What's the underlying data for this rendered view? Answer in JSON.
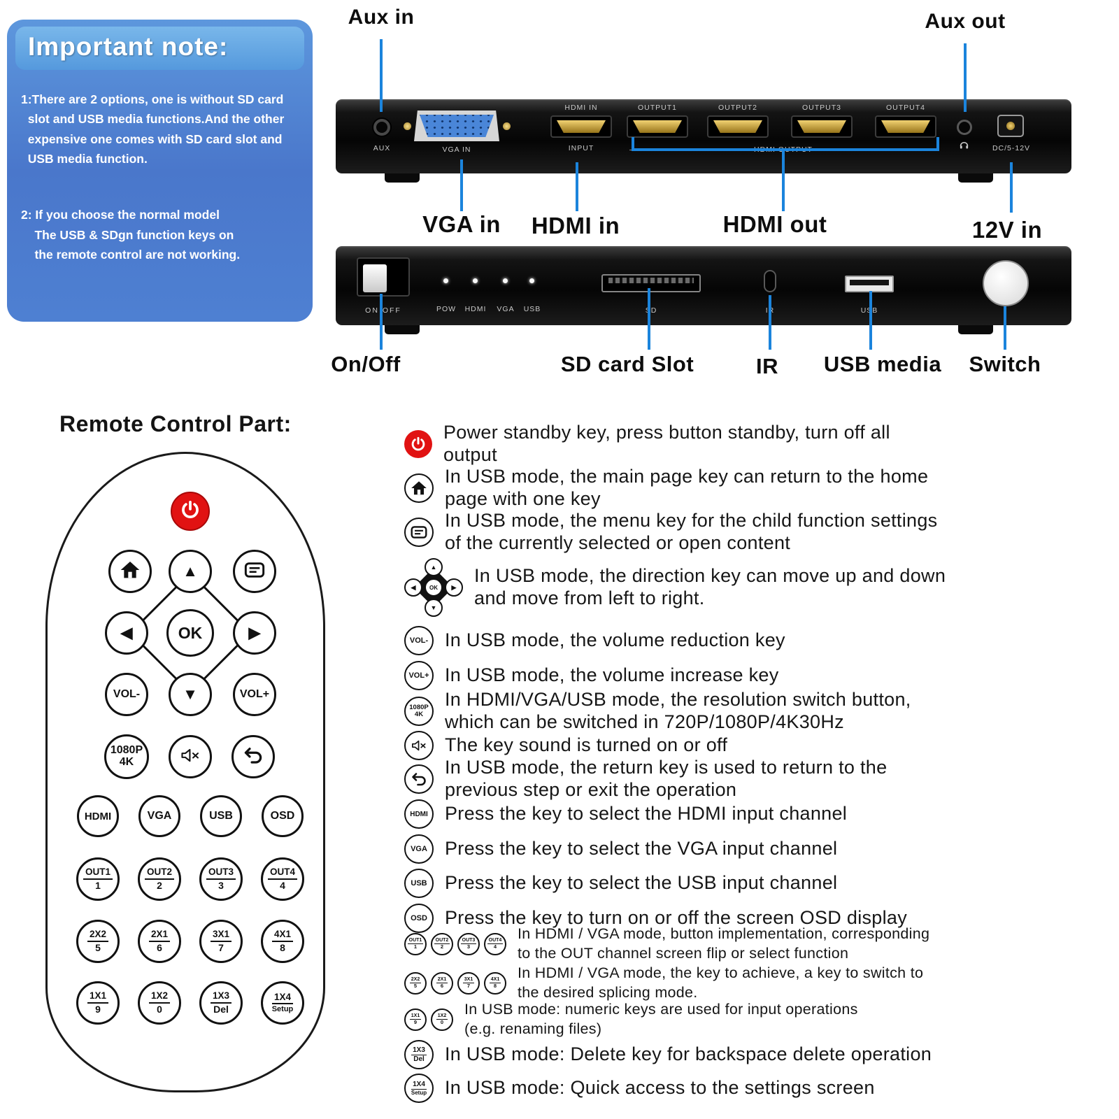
{
  "note": {
    "title": "Important note:",
    "item1": "1:There are 2 options, one is without SD card\n  slot and USB media functions.And the other\n  expensive one comes with SD card slot and\n  USB media function.",
    "item2": "2: If you choose the normal model\n    The USB & SDgn function keys on\n    the remote control are not working."
  },
  "device": {
    "callouts": {
      "aux_in": "Aux in",
      "aux_out": "Aux out",
      "vga_in": "VGA in",
      "hdmi_in": "HDMI in",
      "hdmi_out": "HDMI out",
      "dc_in": "12V in",
      "on_off": "On/Off",
      "sd_card": "SD card Slot",
      "ir": "IR",
      "usb_media": "USB media",
      "switch": "Switch"
    },
    "front": {
      "aux": "AUX",
      "vga": "VGA IN",
      "hdmi_in": "HDMI IN",
      "input": "INPUT",
      "outputs": [
        "OUTPUT1",
        "OUTPUT2",
        "OUTPUT3",
        "OUTPUT4"
      ],
      "hdmi_output": "HDMI OUTPUT",
      "dc": "DC/5-12V"
    },
    "back": {
      "on_off": "ON OFF",
      "leds": [
        "POW",
        "HDMI",
        "VGA",
        "USB"
      ],
      "sd": "SD",
      "ir": "IR",
      "usb": "USB"
    }
  },
  "remote": {
    "title": "Remote Control Part:",
    "ok": "OK",
    "vol_minus": "VOL-",
    "vol_plus": "VOL+",
    "res_top": "1080P",
    "res_bottom": "4K",
    "inputs": [
      "HDMI",
      "VGA",
      "USB",
      "OSD"
    ],
    "grid": [
      {
        "t": "OUT1",
        "b": "1"
      },
      {
        "t": "OUT2",
        "b": "2"
      },
      {
        "t": "OUT3",
        "b": "3"
      },
      {
        "t": "OUT4",
        "b": "4"
      },
      {
        "t": "2X2",
        "b": "5"
      },
      {
        "t": "2X1",
        "b": "6"
      },
      {
        "t": "3X1",
        "b": "7"
      },
      {
        "t": "4X1",
        "b": "8"
      },
      {
        "t": "1X1",
        "b": "9"
      },
      {
        "t": "1X2",
        "b": "0"
      },
      {
        "t": "1X3",
        "b": "Del"
      },
      {
        "t": "1X4",
        "b": "Setup"
      }
    ]
  },
  "icons": {
    "up_arrow": "▲",
    "down_arrow": "▼",
    "left_arrow": "◀",
    "right_arrow": "▶"
  },
  "descriptions": [
    {
      "text": "Power standby key, press button standby, turn off all\noutput"
    },
    {
      "text": "In USB mode, the main page key can return to the home\npage with one key"
    },
    {
      "text": "In USB mode, the menu key for the child function settings\nof the currently selected or open content"
    },
    {
      "text": "In USB mode, the direction key can move up and down\nand move from left to right."
    },
    {
      "icon": "VOL-",
      "text": "In USB mode, the volume reduction key"
    },
    {
      "icon": "VOL+",
      "text": "In USB mode, the volume increase key"
    },
    {
      "icon_top": "1080P",
      "icon_bottom": "4K",
      "text": "In HDMI/VGA/USB mode, the resolution switch button,\nwhich can be switched in 720P/1080P/4K30Hz"
    },
    {
      "text": "The key sound is turned on or off"
    },
    {
      "text": "In USB mode, the return key is used to return to the\nprevious step or exit the operation"
    },
    {
      "icon": "HDMI",
      "text": "Press the key to select the HDMI input channel"
    },
    {
      "icon": "VGA",
      "text": "Press the key to select the VGA input channel"
    },
    {
      "icon": "USB",
      "text": "Press the key to select the USB input channel"
    },
    {
      "icon": "OSD",
      "text": "Press the key to turn on or off the screen OSD display"
    },
    {
      "icons": [
        {
          "t": "OUT1",
          "b": "1"
        },
        {
          "t": "OUT2",
          "b": "2"
        },
        {
          "t": "OUT3",
          "b": "3"
        },
        {
          "t": "OUT4",
          "b": "4"
        }
      ],
      "text": "In HDMI / VGA mode, button implementation, corresponding\nto the OUT channel screen flip or select function"
    },
    {
      "icons": [
        {
          "t": "2X2",
          "b": "5"
        },
        {
          "t": "2X1",
          "b": "6"
        },
        {
          "t": "3X1",
          "b": "7"
        },
        {
          "t": "4X1",
          "b": "8"
        }
      ],
      "text": "In HDMI / VGA mode, the key to achieve, a key to switch to\nthe desired splicing mode."
    },
    {
      "icons": [
        {
          "t": "1X1",
          "b": "9"
        },
        {
          "t": "1X2",
          "b": "0"
        }
      ],
      "text": "In USB mode: numeric keys are used for input operations\n(e.g. renaming files)"
    },
    {
      "icon_top": "1X3",
      "icon_bottom": "Del",
      "text": "In USB mode: Delete key for backspace delete operation"
    },
    {
      "icon_top": "1X4",
      "icon_bottom": "Setup",
      "text": "In USB mode: Quick access to the settings screen"
    }
  ]
}
